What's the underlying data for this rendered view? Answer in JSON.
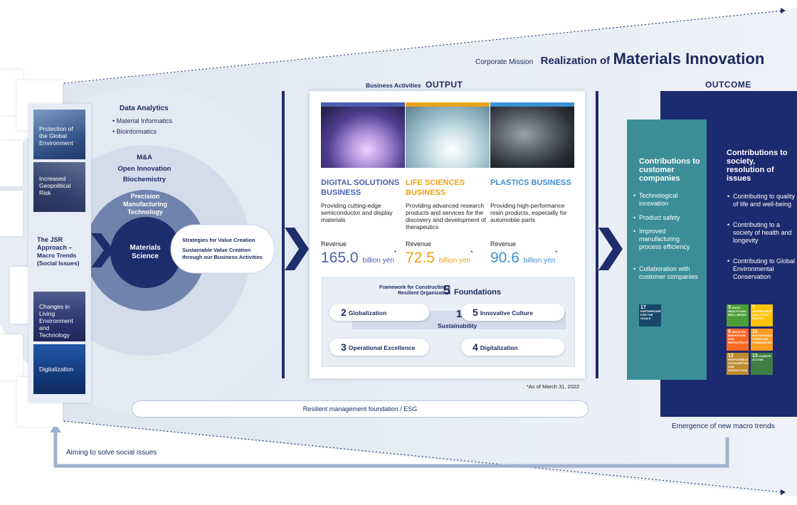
{
  "header": {
    "corporate_mission": "Corporate Mission",
    "realization_of": "Realization of",
    "materials_innovation": "Materials Innovation"
  },
  "left": {
    "tiles": [
      "Protection of the Global Environment",
      "Increased Geopolitical Risk",
      "Changes in Living Environment and Technology",
      "Digitalization"
    ],
    "approach_title": "The JSR Approach –",
    "approach_sub": "Macro Trends (Social Issues)"
  },
  "circles": {
    "data_analytics": "Data Analytics",
    "data_items": [
      "Material Informatics",
      "Bioinformatics"
    ],
    "ma_lines": [
      "M&A",
      "Open Innovation",
      "Biochemistry"
    ],
    "precision": "Precision Manufacturing Technology",
    "materials_science": "Materials Science",
    "strategies": "Strategies for Value Creation",
    "sustainable": "Sustainable Value Creation through our Business Activities"
  },
  "output": {
    "business_activities": "Business Activities",
    "output_label": "OUTPUT",
    "businesses": [
      {
        "title": "DIGITAL SOLUTIONS BUSINESS",
        "desc": "Providing cutting-edge semiconductor and display materials",
        "revenue_label": "Revenue",
        "revenue_value": "165.0",
        "unit": "billion yen",
        "asterisk": "*",
        "color": "#4a5fb0"
      },
      {
        "title": "LIFE SCIENCES BUSINESS",
        "desc": "Providing advanced research products and services for the discovery and development of therapeutics",
        "revenue_label": "Revenue",
        "revenue_value": "72.5",
        "unit": "billion yen",
        "asterisk": "*",
        "color": "#e8a318"
      },
      {
        "title": "PLASTICS BUSINESS",
        "desc": "Providing high-performance resin products, especially for automobile parts",
        "revenue_label": "Revenue",
        "revenue_value": "90.6",
        "unit": "billion yen",
        "asterisk": "*",
        "color": "#3c8fd1"
      }
    ],
    "framework": {
      "small": "Framework for Constructing a Resilient Organization",
      "five": "5",
      "foundations": "Foundations",
      "items": [
        {
          "n": "2",
          "label": "Globalization"
        },
        {
          "n": "5",
          "label": "Innovative Culture"
        },
        {
          "n": "3",
          "label": "Operational Excellence"
        },
        {
          "n": "4",
          "label": "Digitalization"
        }
      ],
      "center_num": "1",
      "center_label": "Sustainability"
    },
    "as_of": "*As of March 31, 2022"
  },
  "resilient": "Resilient management foundation / ESG",
  "outcome": {
    "label": "OUTCOME",
    "customer_title": "Contributions to customer companies",
    "customer_items": [
      "Technological innovation",
      "Product safety",
      "Improved manufacturing process efficiency",
      "Collaboration with customer companies"
    ],
    "society_title": "Contributions to society, resolution of issues",
    "society_items": [
      "Contributing to quality of life and well-being",
      "Contributing to a society of health and longevity",
      "Contributing to Global Environmental Conservation"
    ],
    "sdg_customer": {
      "num": "17",
      "text": "PARTNERSHIPS FOR THE GOALS",
      "color": "#19486a"
    },
    "sdgs": [
      {
        "num": "3",
        "text": "GOOD HEALTH AND WELL-BEING",
        "color": "#4c9f38"
      },
      {
        "num": "7",
        "text": "AFFORDABLE AND CLEAN ENERGY",
        "color": "#fcc30b"
      },
      {
        "num": "9",
        "text": "INDUSTRY, INNOVATION AND INFRASTRUCTURE",
        "color": "#fd6925"
      },
      {
        "num": "11",
        "text": "SUSTAINABLE CITIES AND COMMUNITIES",
        "color": "#fd9d24"
      },
      {
        "num": "12",
        "text": "RESPONSIBLE CONSUMPTION AND PRODUCTION",
        "color": "#bf8b2e"
      },
      {
        "num": "13",
        "text": "CLIMATE ACTION",
        "color": "#3f7e44"
      }
    ]
  },
  "footer": {
    "emergence": "Emergence of new macro trends",
    "aiming": "Aiming to solve social issues"
  }
}
